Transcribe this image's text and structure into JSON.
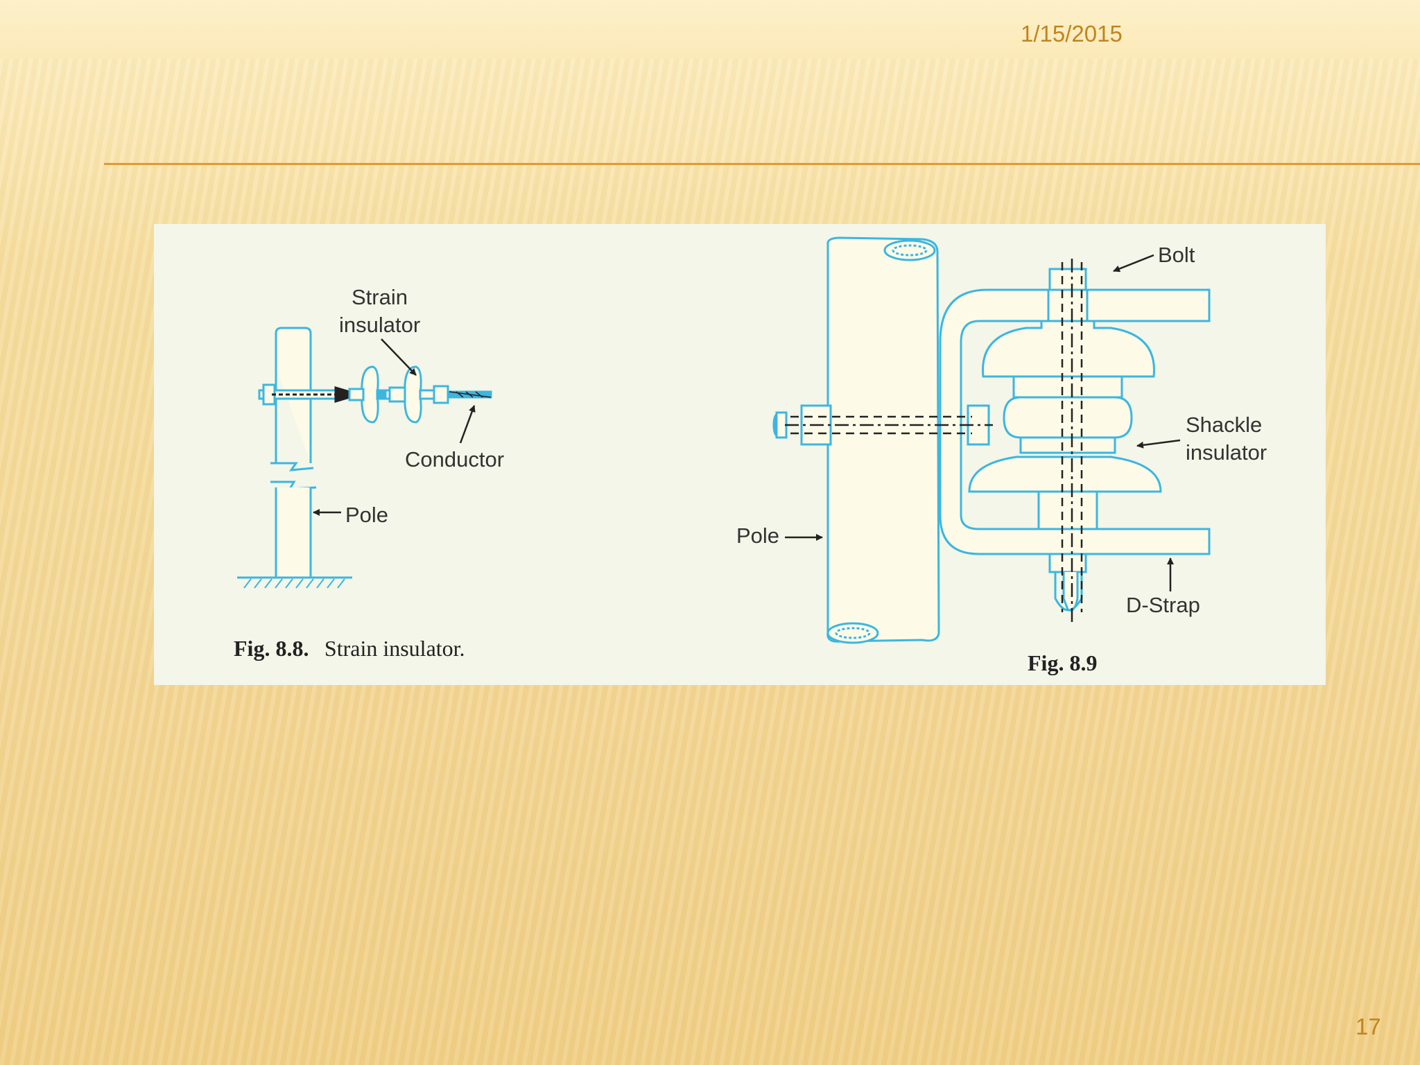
{
  "slide": {
    "date": "1/15/2015",
    "page_number": "17"
  },
  "figure_left": {
    "labels": {
      "strain_insulator_line1": "Strain",
      "strain_insulator_line2": "insulator",
      "conductor": "Conductor",
      "pole": "Pole"
    },
    "caption_number": "Fig. 8.8.",
    "caption_text": "Strain insulator."
  },
  "figure_right": {
    "labels": {
      "bolt": "Bolt",
      "shackle_line1": "Shackle",
      "shackle_line2": "insulator",
      "pole": "Pole",
      "d_strap": "D-Strap"
    },
    "caption": "Fig. 8.9"
  },
  "colors": {
    "drawing_stroke": "#3cb6e0",
    "accent_rule": "#e09a36",
    "corner_text": "#c08420"
  }
}
